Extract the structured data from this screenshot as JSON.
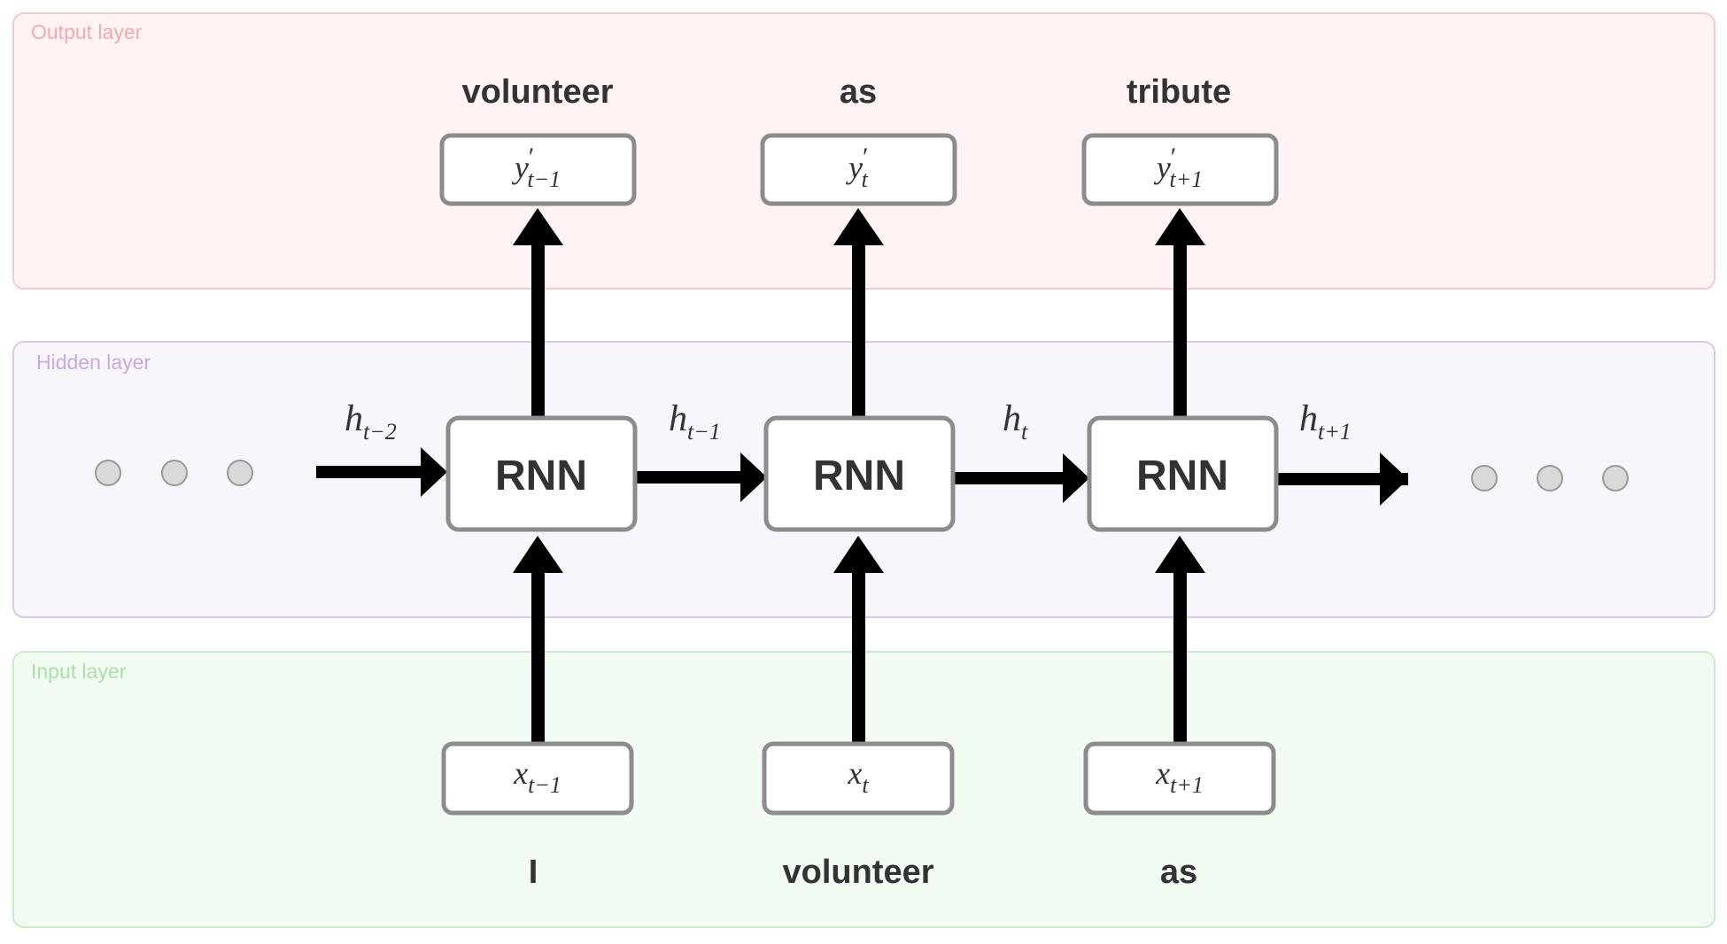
{
  "colors": {
    "output_fill": "#fff3f3",
    "output_stroke": "#f6c9cc",
    "output_label": "#f2a9b0",
    "hidden_fill": "#f8f5fd",
    "hidden_stroke": "#dcc8ee",
    "hidden_label": "#c9a9e3",
    "input_fill": "#f3fcf3",
    "input_stroke": "#c6efc6",
    "input_label": "#a9e0a9",
    "box_stroke": "#8c8c8c",
    "arrow": "#000000",
    "dot_fill": "#d9d9d9",
    "dot_stroke": "#999999",
    "text": "#333333"
  },
  "layers": {
    "output": "Output layer",
    "hidden": "Hidden layer",
    "input": "Input layer"
  },
  "cell_label": "RNN",
  "outputs": [
    {
      "word": "volunteer",
      "var": "y",
      "prime": "′",
      "sub": "t−1"
    },
    {
      "word": "as",
      "var": "y",
      "prime": "′",
      "sub": "t"
    },
    {
      "word": "tribute",
      "var": "y",
      "prime": "′",
      "sub": "t+1"
    }
  ],
  "inputs": [
    {
      "word": "I",
      "var": "x",
      "sub": "t−1"
    },
    {
      "word": "volunteer",
      "var": "x",
      "sub": "t"
    },
    {
      "word": "as",
      "var": "x",
      "sub": "t+1"
    }
  ],
  "hidden_states": [
    {
      "var": "h",
      "sub": "t−2"
    },
    {
      "var": "h",
      "sub": "t−1"
    },
    {
      "var": "h",
      "sub": "t"
    },
    {
      "var": "h",
      "sub": "t+1"
    }
  ]
}
